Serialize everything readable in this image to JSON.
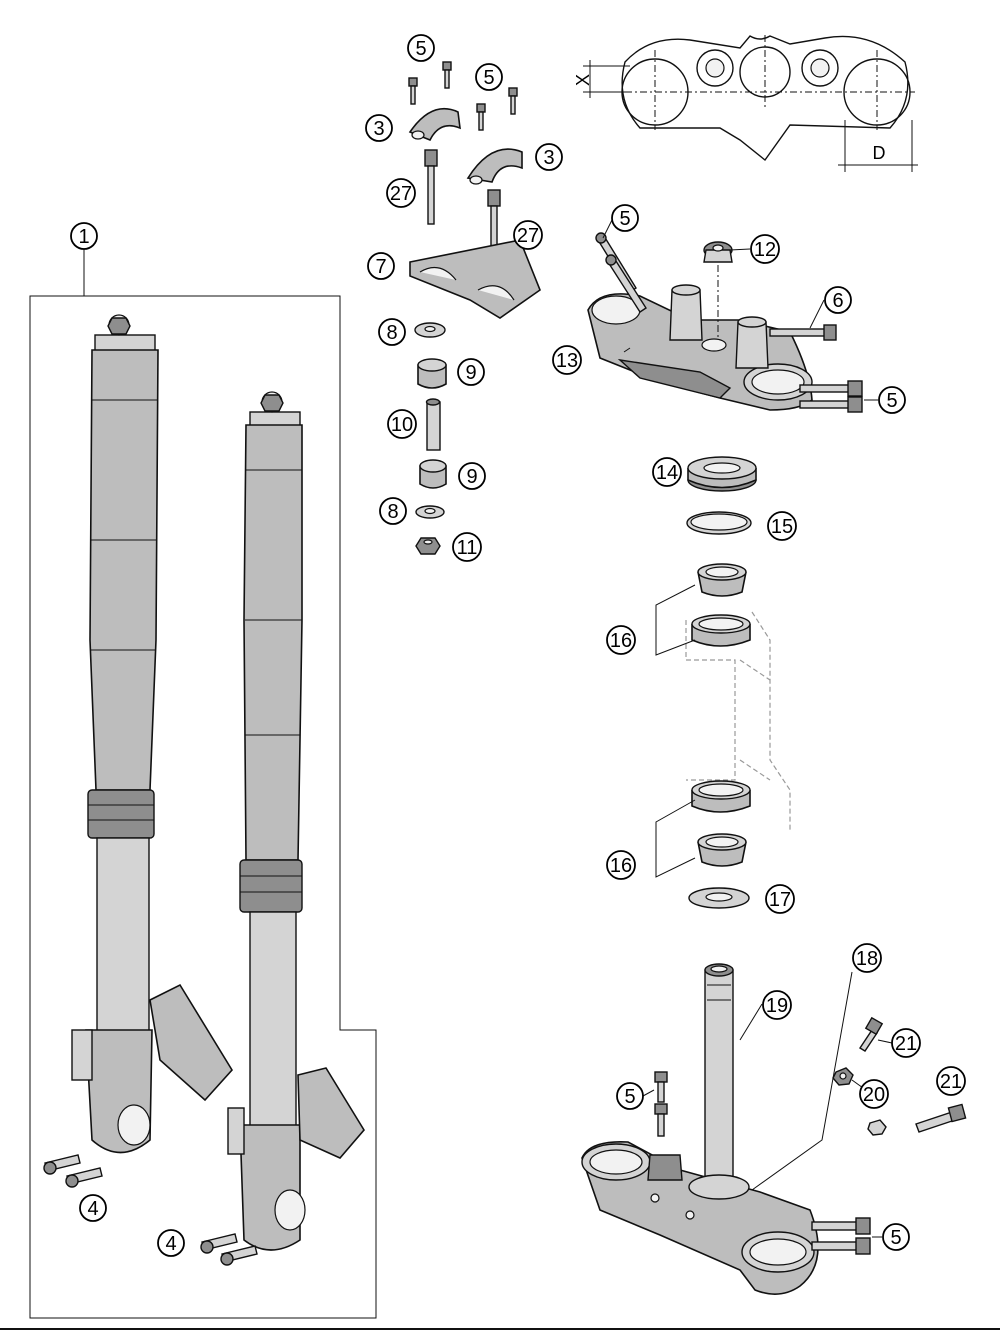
{
  "callouts": [
    {
      "id": "c1",
      "label": "1"
    },
    {
      "id": "c5a",
      "label": "5"
    },
    {
      "id": "c5b",
      "label": "5"
    },
    {
      "id": "c3a",
      "label": "3"
    },
    {
      "id": "c3b",
      "label": "3"
    },
    {
      "id": "c27a",
      "label": "27"
    },
    {
      "id": "c27b",
      "label": "27"
    },
    {
      "id": "c7",
      "label": "7"
    },
    {
      "id": "c8a",
      "label": "8"
    },
    {
      "id": "c9a",
      "label": "9"
    },
    {
      "id": "c10",
      "label": "10"
    },
    {
      "id": "c9b",
      "label": "9"
    },
    {
      "id": "c8b",
      "label": "8"
    },
    {
      "id": "c11",
      "label": "11"
    },
    {
      "id": "c5c",
      "label": "5"
    },
    {
      "id": "c12",
      "label": "12"
    },
    {
      "id": "c6",
      "label": "6"
    },
    {
      "id": "c13",
      "label": "13"
    },
    {
      "id": "c5d",
      "label": "5"
    },
    {
      "id": "c14",
      "label": "14"
    },
    {
      "id": "c15",
      "label": "15"
    },
    {
      "id": "c16a",
      "label": "16"
    },
    {
      "id": "c16b",
      "label": "16"
    },
    {
      "id": "c17",
      "label": "17"
    },
    {
      "id": "c18",
      "label": "18"
    },
    {
      "id": "c19",
      "label": "19"
    },
    {
      "id": "c21a",
      "label": "21"
    },
    {
      "id": "c21b",
      "label": "21"
    },
    {
      "id": "c20",
      "label": "20"
    },
    {
      "id": "c5e",
      "label": "5"
    },
    {
      "id": "c5f",
      "label": "5"
    },
    {
      "id": "c4a",
      "label": "4"
    },
    {
      "id": "c4b",
      "label": "4"
    }
  ],
  "dimensions": {
    "x_label": "X",
    "d_label": "D"
  }
}
